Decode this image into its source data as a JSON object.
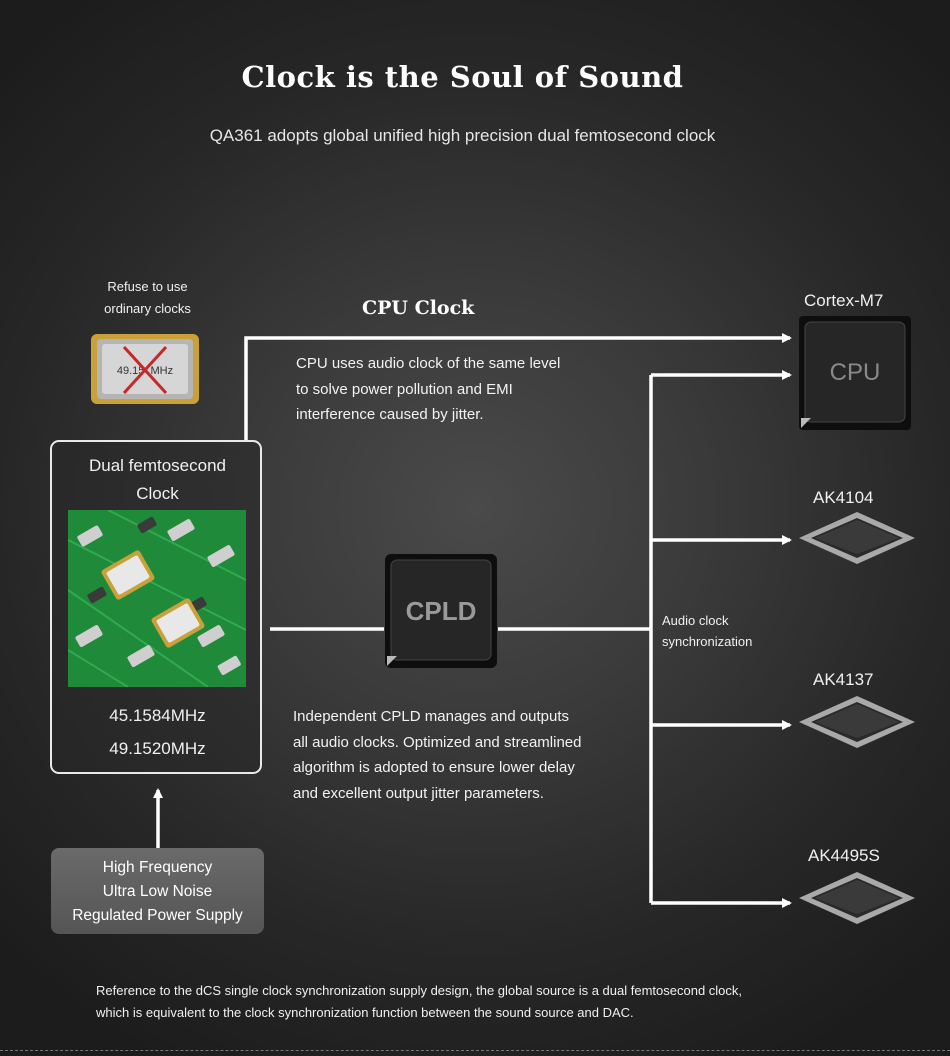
{
  "header": {
    "title": "Clock is the Soul of Sound",
    "subtitle": "QA361 adopts global unified high precision dual femtosecond clock"
  },
  "refuse": {
    "line1": "Refuse to use",
    "line2": "ordinary clocks",
    "crystal_text": "49.15  MHz"
  },
  "clock_box": {
    "title_line1": "Dual femtosecond",
    "title_line2": "Clock",
    "freq1": "45.1584MHz",
    "freq2": "49.1520MHz"
  },
  "power_supply": {
    "line1": "High Frequency",
    "line2": "Ultra Low Noise",
    "line3": "Regulated Power Supply"
  },
  "cpu_clock": {
    "heading": "CPU Clock",
    "line1": "CPU uses audio clock of the same level",
    "line2": "to solve power pollution and EMI",
    "line3": "interference caused by jitter."
  },
  "cpld": {
    "chip_text": "CPLD",
    "line1": "Independent CPLD manages and outputs",
    "line2": "all audio clocks. Optimized and streamlined",
    "line3": "algorithm is adopted to ensure lower delay",
    "line4": "and excellent output jitter parameters."
  },
  "sync": {
    "line1": "Audio clock",
    "line2": "synchronization"
  },
  "chips": {
    "cpu_label": "Cortex-M7",
    "cpu_text": "CPU",
    "ak4104": "AK4104",
    "ak4137": "AK4137",
    "ak4495s": "AK4495S"
  },
  "footer": {
    "line1": "Reference to the dCS single clock synchronization supply design, the global source is a dual femtosecond clock,",
    "line2": "which is equivalent to the clock synchronization function between the sound source and DAC."
  },
  "colors": {
    "line": "#ffffff",
    "chip_dark": "#1e1e1e",
    "pcb_green": "#1f8a3a",
    "cross_red": "#c62828",
    "crystal_gold": "#c9a13b"
  }
}
